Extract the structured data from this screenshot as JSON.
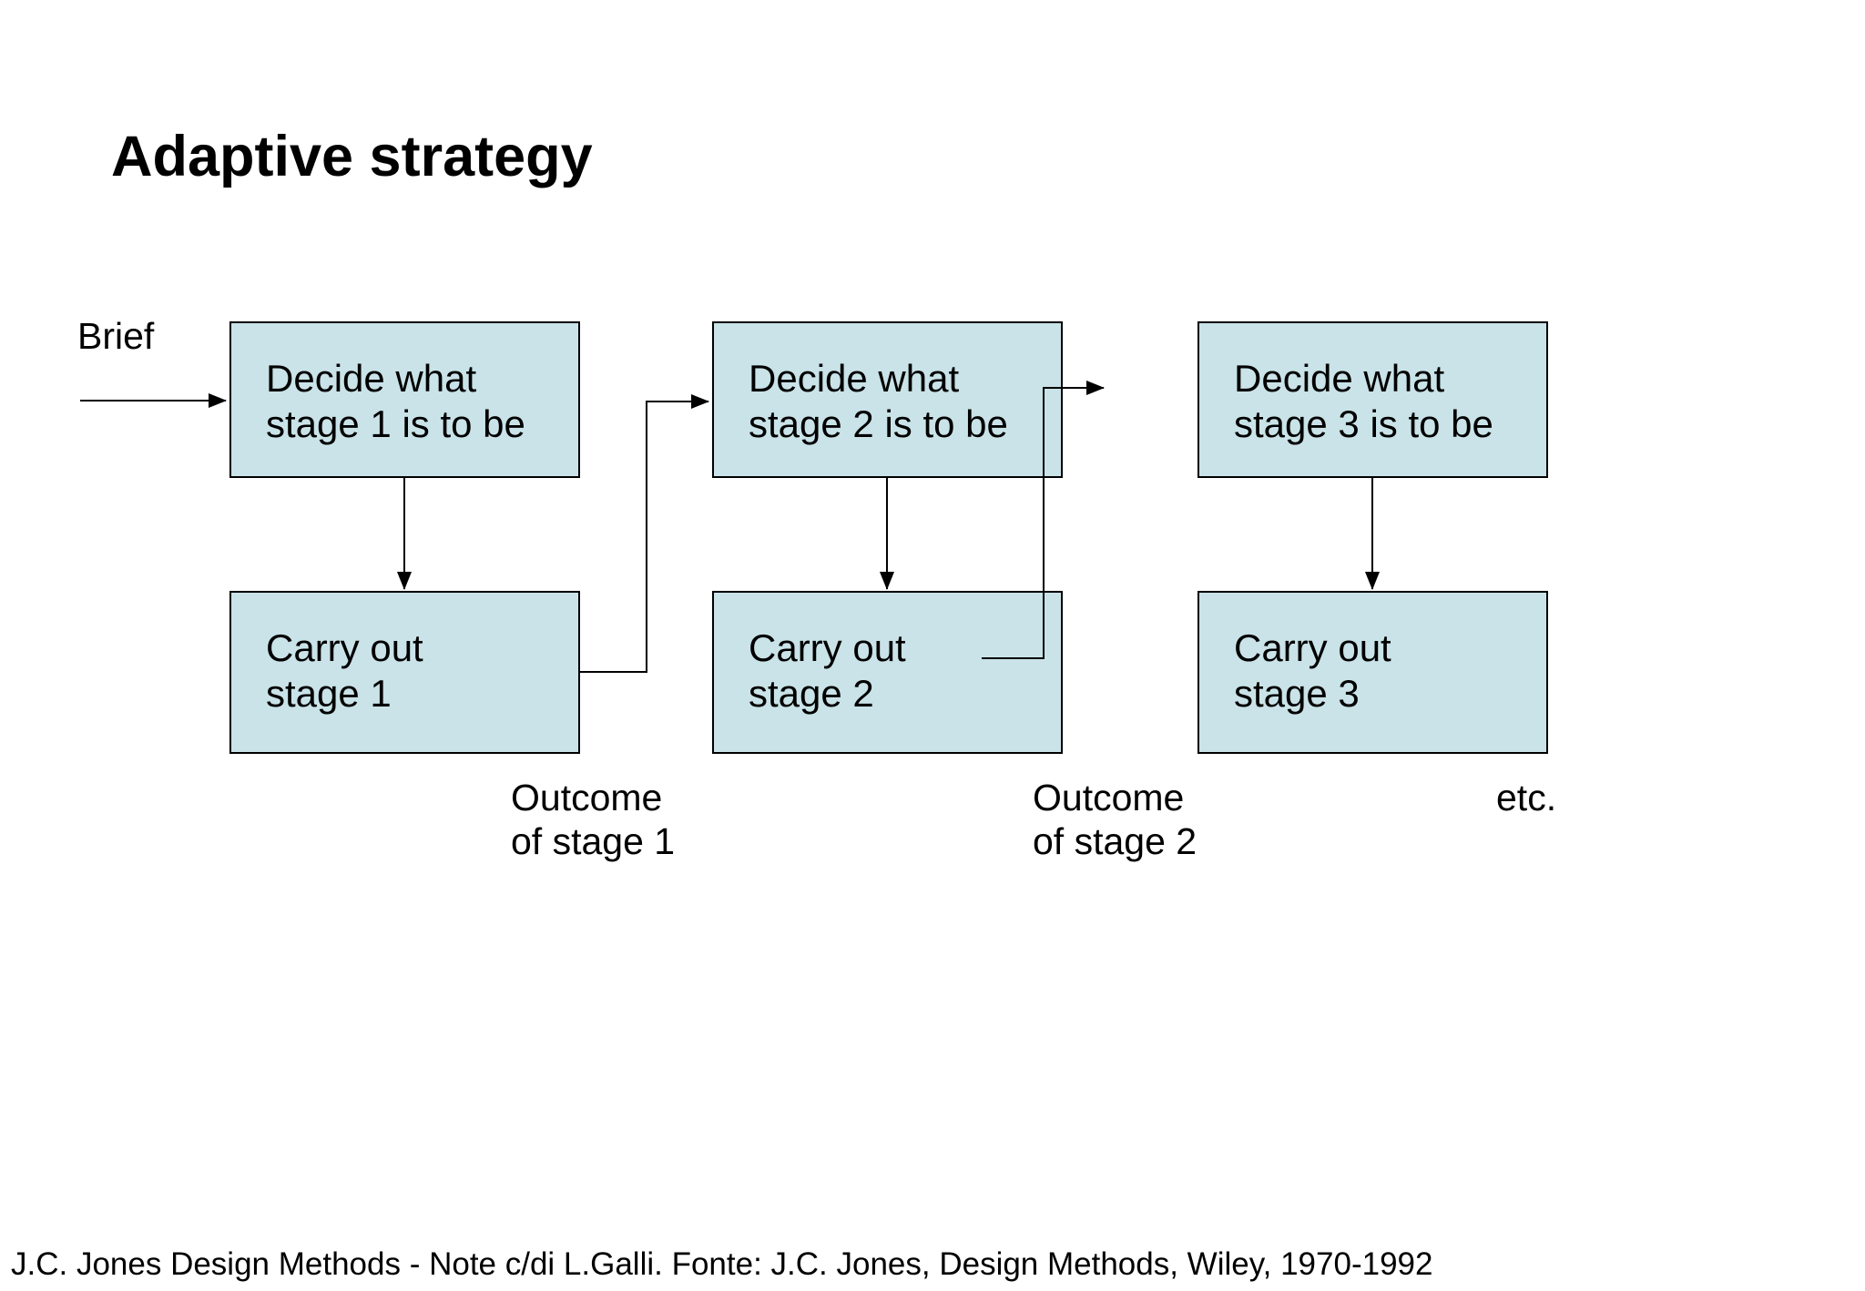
{
  "title": "Adaptive strategy",
  "brief_label": "Brief",
  "stages": [
    {
      "decide": [
        "Decide what",
        "stage 1 is to be"
      ],
      "carry": [
        "Carry out",
        "stage 1"
      ]
    },
    {
      "decide": [
        "Decide what",
        "stage 2 is to be"
      ],
      "carry": [
        "Carry out",
        "stage 2"
      ]
    },
    {
      "decide": [
        "Decide what",
        "stage 3 is to be"
      ],
      "carry": [
        "Carry out",
        "stage 3"
      ]
    }
  ],
  "outcome_labels": [
    {
      "lines": [
        "Outcome",
        "of stage 1"
      ]
    },
    {
      "lines": [
        "Outcome",
        "of stage 2"
      ]
    }
  ],
  "etc_label": "etc.",
  "footer": "J.C. Jones Design Methods - Note c/di L.Galli. Fonte: J.C. Jones, Design Methods, Wiley, 1970-1992",
  "icons": {
    "arrowhead": "right/down pointing solid triangle"
  },
  "colors": {
    "background": "#ffffff",
    "box_fill": "#c9e3e8",
    "line": "#000000",
    "text": "#000000"
  }
}
